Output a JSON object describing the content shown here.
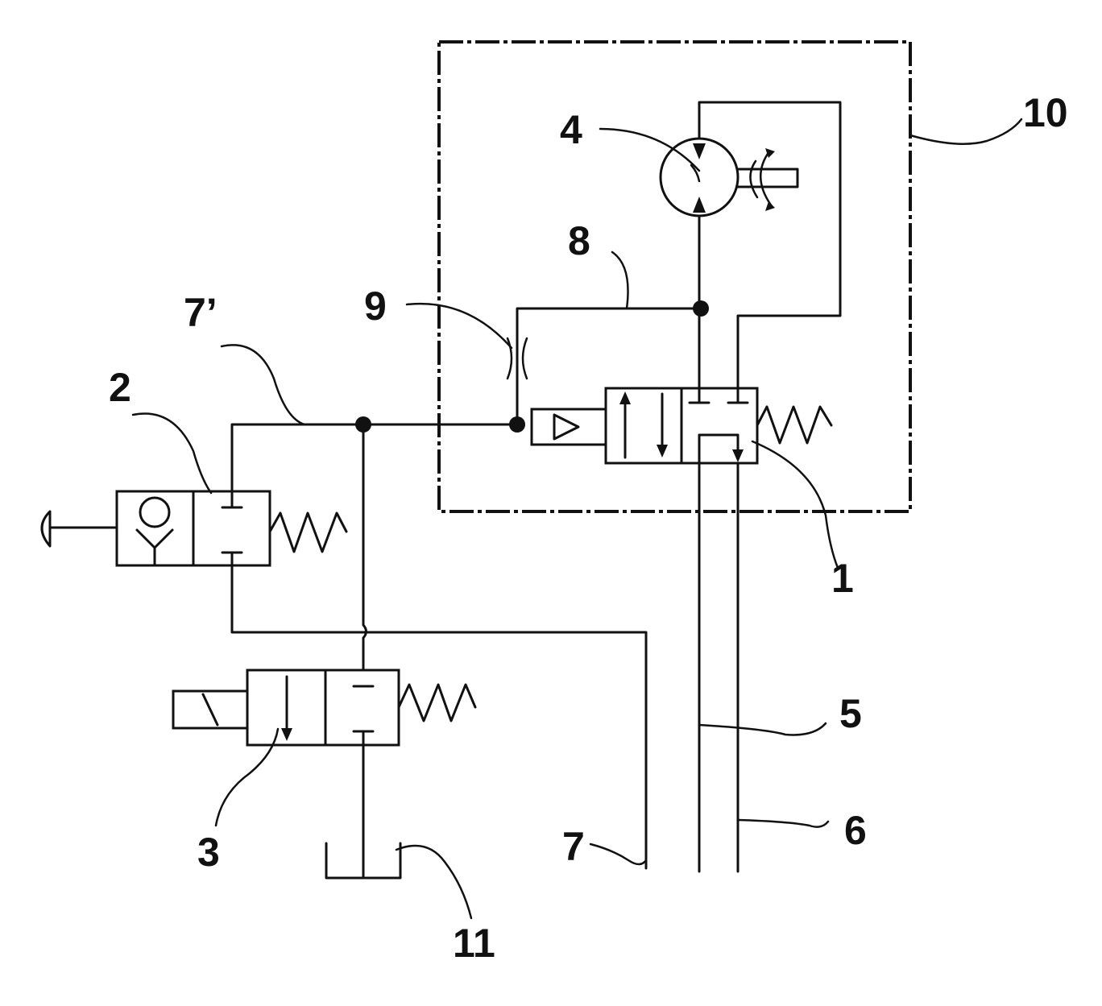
{
  "labels": {
    "l1": "1",
    "l2": "2",
    "l3": "3",
    "l4": "4",
    "l5": "5",
    "l6": "6",
    "l7": "7",
    "l7p": "7’",
    "l8": "8",
    "l9": "9",
    "l10": "10",
    "l11": "11"
  }
}
